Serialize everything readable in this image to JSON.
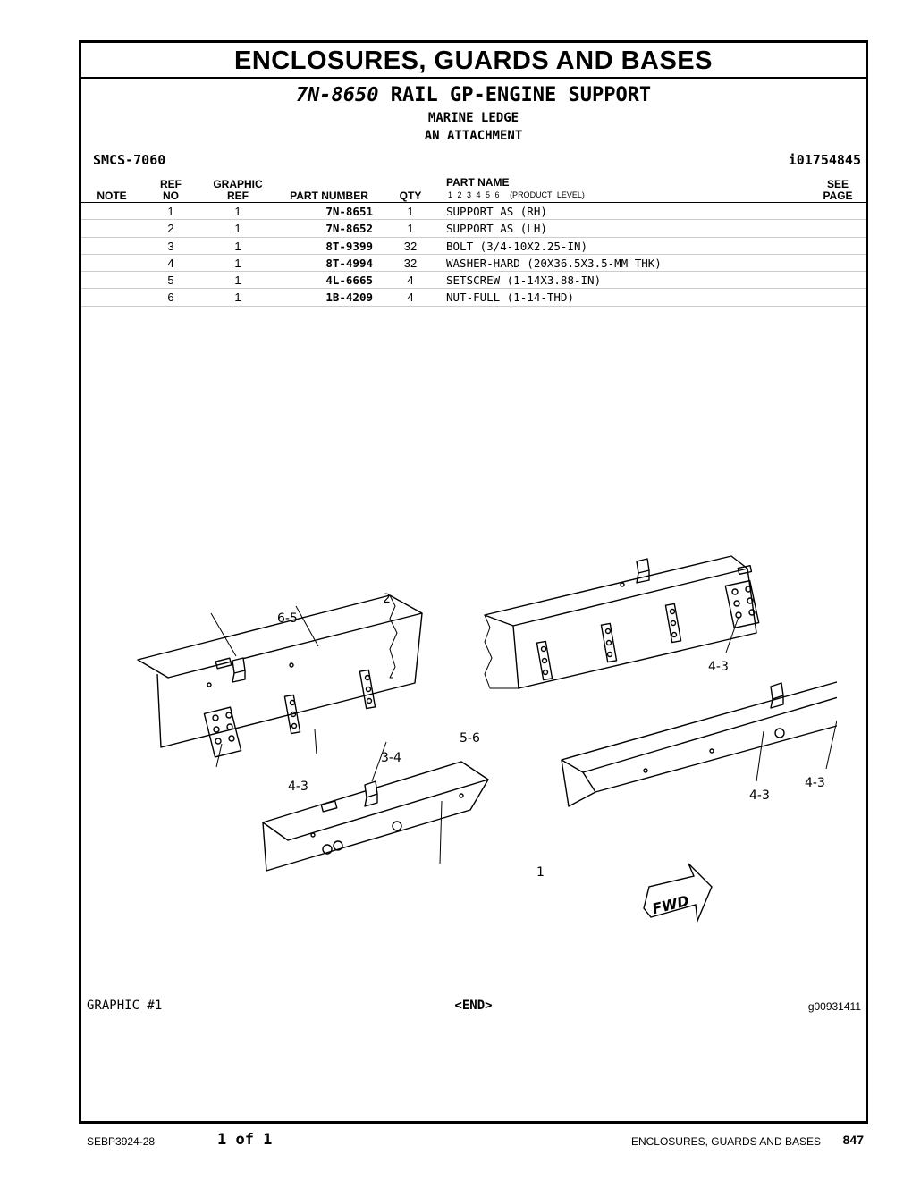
{
  "header": {
    "page_title": "ENCLOSURES, GUARDS AND BASES",
    "group_number": "7N-8650",
    "group_name": "RAIL GP-ENGINE SUPPORT",
    "line1": "MARINE LEDGE",
    "line2": "AN ATTACHMENT",
    "smcs": "SMCS-7060",
    "info_id": "i01754845"
  },
  "table": {
    "headers": {
      "note": "NOTE",
      "ref_top": "REF",
      "ref_bottom": "NO",
      "graphic_top": "GRAPHIC",
      "graphic_bottom": "REF",
      "part_number": "PART NUMBER",
      "qty": "QTY",
      "part_name": "PART NAME",
      "levels": "1 2 3 4 5 6",
      "product_level": "(PRODUCT LEVEL)",
      "see_top": "SEE",
      "see_bottom": "PAGE"
    },
    "rows": [
      {
        "ref": "1",
        "graphic": "1",
        "part_number": "7N-8651",
        "qty": "1",
        "name": "SUPPORT AS (RH)"
      },
      {
        "ref": "2",
        "graphic": "1",
        "part_number": "7N-8652",
        "qty": "1",
        "name": "SUPPORT AS (LH)"
      },
      {
        "ref": "3",
        "graphic": "1",
        "part_number": "8T-9399",
        "qty": "32",
        "name": "BOLT (3/4-10X2.25-IN)"
      },
      {
        "ref": "4",
        "graphic": "1",
        "part_number": "8T-4994",
        "qty": "32",
        "name": "WASHER-HARD (20X36.5X3.5-MM THK)"
      },
      {
        "ref": "5",
        "graphic": "1",
        "part_number": "4L-6665",
        "qty": "4",
        "name": "SETSCREW (1-14X3.88-IN)"
      },
      {
        "ref": "6",
        "graphic": "1",
        "part_number": "1B-4209",
        "qty": "4",
        "name": "NUT-FULL (1-14-THD)"
      }
    ]
  },
  "drawing": {
    "callouts": {
      "c2": "2",
      "c65": "6-5",
      "c43a": "4-3",
      "c34": "3-4",
      "c43b": "4-3",
      "c56": "5-6",
      "c1": "1",
      "c43c": "4-3",
      "c43d": "4-3"
    },
    "fwd": "FWD"
  },
  "graphic_label": "GRAPHIC #1",
  "end_label": "<END>",
  "graphic_number": "g00931411",
  "footer": {
    "doc_id": "SEBP3924-28",
    "page_of": "1 of 1",
    "section": "ENCLOSURES, GUARDS AND BASES",
    "page_number": "847"
  }
}
